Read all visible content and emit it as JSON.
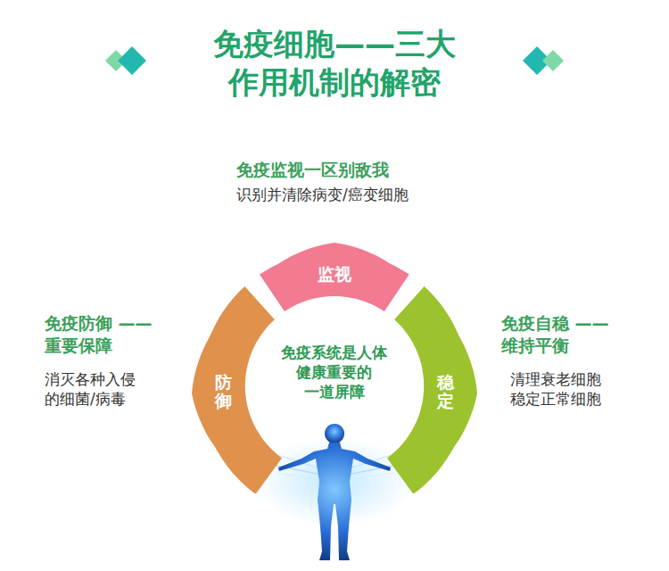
{
  "diagram": {
    "title": "免疫细胞——三大 作用机制的解密",
    "nodes": [
      {
        "text": [
          "监视"
        ]
      },
      {
        "text": [
          "防御"
        ]
      },
      {
        "text": [
          "稳定"
        ]
      }
    ],
    "labels": [
      "免疫监视一区别敌我",
      "识别并清除病变/癌变细胞",
      "免疫防御 ——重要保障",
      "消灭各种入侵 的细菌/病毒",
      "免疫自稳 ——维持平衡",
      "清理衰老细胞 稳定正常细胞",
      "免疫系统是人体 健康重要的 一道屏障"
    ]
  }
}
